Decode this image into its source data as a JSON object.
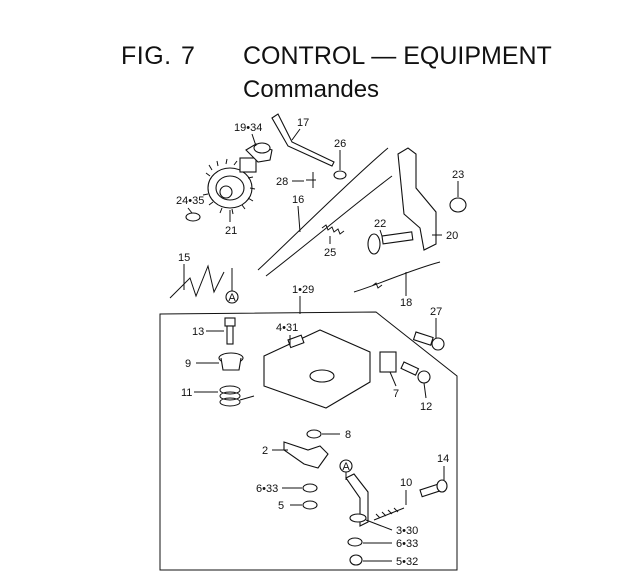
{
  "figure": {
    "fig_label": "FIG.",
    "fig_number": "7",
    "title": "CONTROL — EQUIPMENT",
    "subtitle": "Commandes"
  },
  "callouts": {
    "p19_34": "19•34",
    "p17": "17",
    "p26": "26",
    "p28": "28",
    "p24_35": "24•35",
    "p21": "21",
    "p16": "16",
    "p23": "23",
    "p22": "22",
    "p20": "20",
    "p25": "25",
    "p15": "15",
    "p18": "18",
    "p1_29": "1•29",
    "p27": "27",
    "p13": "13",
    "p4_31": "4•31",
    "p9": "9",
    "p11": "11",
    "p7": "7",
    "p12": "12",
    "p8": "8",
    "p2": "2",
    "p14": "14",
    "p10": "10",
    "p6_33a": "6•33",
    "p5": "5",
    "p3_30": "3•30",
    "p6_33b": "6•33",
    "p5_32": "5•32"
  },
  "reference_marker": "A"
}
